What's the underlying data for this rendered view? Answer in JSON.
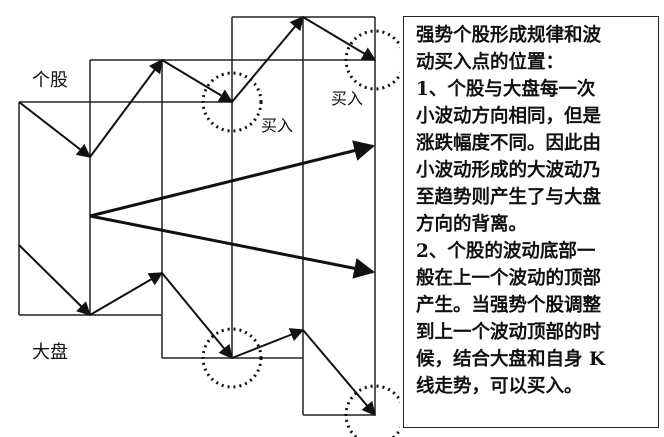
{
  "labels": {
    "stock": "个股",
    "market": "大盘",
    "buy_1": "买入",
    "buy_2": "买入"
  },
  "description_lines": [
    "强势个股形成规律和波",
    "动买入点的位置：",
    "1、个股与大盘每一次",
    "小波动方向相同，但是",
    "涨跌幅度不同。因此由",
    "小波动形成的大波动乃",
    "至趋势则产生了与大盘",
    "方向的背离。",
    "2、个股的波动底部一",
    "般在上一个波动的顶部",
    "产生。当强势个股调整",
    "到上一个波动顶部的时",
    "候，结合大盘和自身 K",
    "线走势，可以买入。"
  ]
}
